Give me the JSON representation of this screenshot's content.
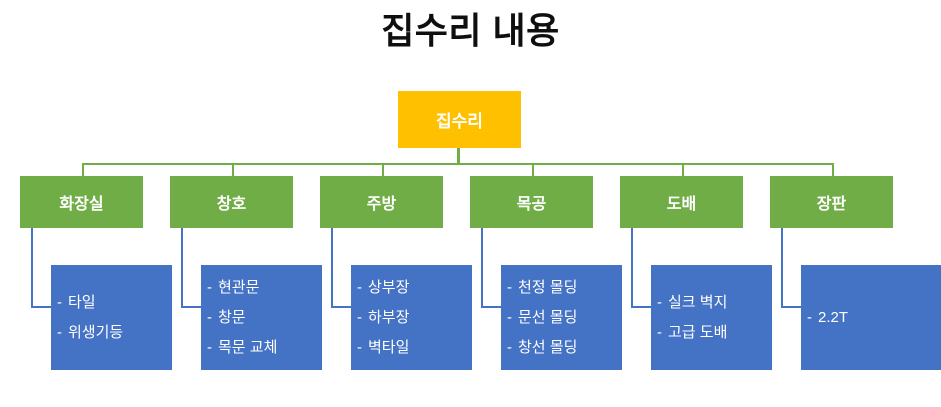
{
  "page": {
    "title": "집수리 내용",
    "colors": {
      "root_fill": "#ffc000",
      "branch_fill": "#70ad47",
      "leaf_fill": "#4472c4",
      "connector_green": "#70ad47",
      "connector_blue": "#4472c4",
      "title_text": "#0f0f0f",
      "node_text": "#ffffff",
      "background": "#ffffff"
    }
  },
  "chart_data": {
    "type": "diagram",
    "title": "집수리 내용",
    "root": {
      "label": "집수리"
    },
    "branches": [
      {
        "label": "화장실",
        "items": [
          "타일",
          "위생기등"
        ]
      },
      {
        "label": "창호",
        "items": [
          "현관문",
          "창문",
          "목문 교체"
        ]
      },
      {
        "label": "주방",
        "items": [
          "상부장",
          "하부장",
          "벽타일"
        ]
      },
      {
        "label": "목공",
        "items": [
          "천정 몰딩",
          "문선 몰딩",
          "창선 몰딩"
        ]
      },
      {
        "label": "도배",
        "items": [
          "실크 벽지",
          "고급 도배"
        ]
      },
      {
        "label": "장판",
        "items": [
          "2.2T"
        ]
      }
    ],
    "bullet_prefix": "-"
  }
}
